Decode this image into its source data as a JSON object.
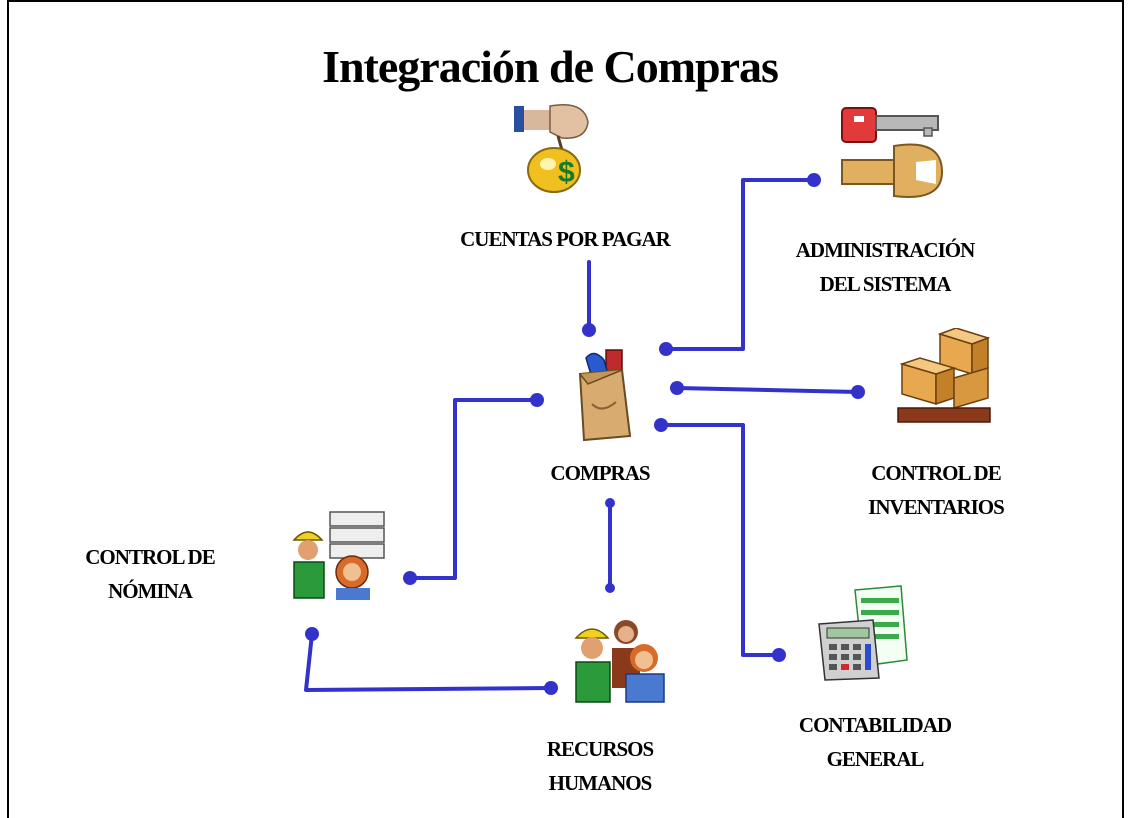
{
  "title": "Integración de Compras",
  "colors": {
    "connector": "#3333cc",
    "frame": "#000000"
  },
  "nodes": {
    "cuentas": {
      "label": "CUENTAS POR  PAGAR",
      "icon": "money-bag-icon"
    },
    "admin": {
      "line1": "ADMINISTRACIÓN",
      "line2": "DEL SISTEMA",
      "icon": "key-wrench-icon"
    },
    "compras": {
      "label": "COMPRAS",
      "icon": "shopping-bag-icon"
    },
    "inventarios": {
      "line1": "CONTROL DE",
      "line2": "INVENTARIOS",
      "icon": "boxes-pallet-icon"
    },
    "nomina": {
      "line1": "CONTROL DE",
      "line2": "NÓMINA",
      "icon": "payroll-workers-icon"
    },
    "recursos": {
      "line1": "RECURSOS",
      "line2": "HUMANOS",
      "icon": "people-icon"
    },
    "contabilidad": {
      "line1": "CONTABILIDAD",
      "line2": "GENERAL",
      "icon": "calculator-ledger-icon"
    }
  }
}
